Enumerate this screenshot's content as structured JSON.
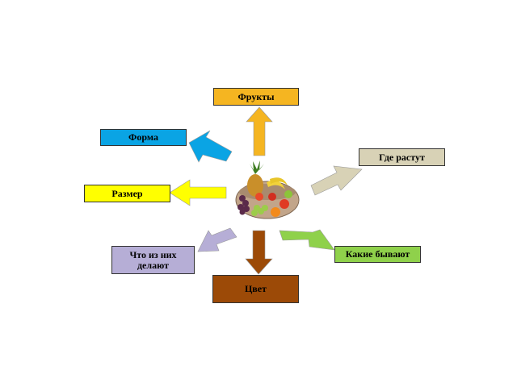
{
  "diagram": {
    "center_image": "fruit-bowl",
    "nodes": [
      {
        "id": "fruits",
        "label": "Фрукты",
        "color": "#f5b521"
      },
      {
        "id": "shape",
        "label": "Форма",
        "color": "#0aa4e4"
      },
      {
        "id": "where",
        "label": "Где растут",
        "color": "#d8d2b6"
      },
      {
        "id": "size",
        "label": "Размер",
        "color": "#ffff00"
      },
      {
        "id": "made",
        "label": "Что из них делают",
        "color": "#b6aed6"
      },
      {
        "id": "kinds",
        "label": "Какие бывают",
        "color": "#8fd14b"
      },
      {
        "id": "color",
        "label": "Цвет",
        "color": "#9c4a07"
      }
    ],
    "edges": [
      {
        "from": "center",
        "to": "fruits",
        "color": "#f5b521"
      },
      {
        "from": "center",
        "to": "shape",
        "color": "#0aa4e4"
      },
      {
        "from": "center",
        "to": "where",
        "color": "#d8d2b6"
      },
      {
        "from": "center",
        "to": "size",
        "color": "#ffff00"
      },
      {
        "from": "center",
        "to": "made",
        "color": "#b6aed6"
      },
      {
        "from": "center",
        "to": "kinds",
        "color": "#8fd14b"
      },
      {
        "from": "center",
        "to": "color",
        "color": "#9c4a07"
      }
    ]
  }
}
